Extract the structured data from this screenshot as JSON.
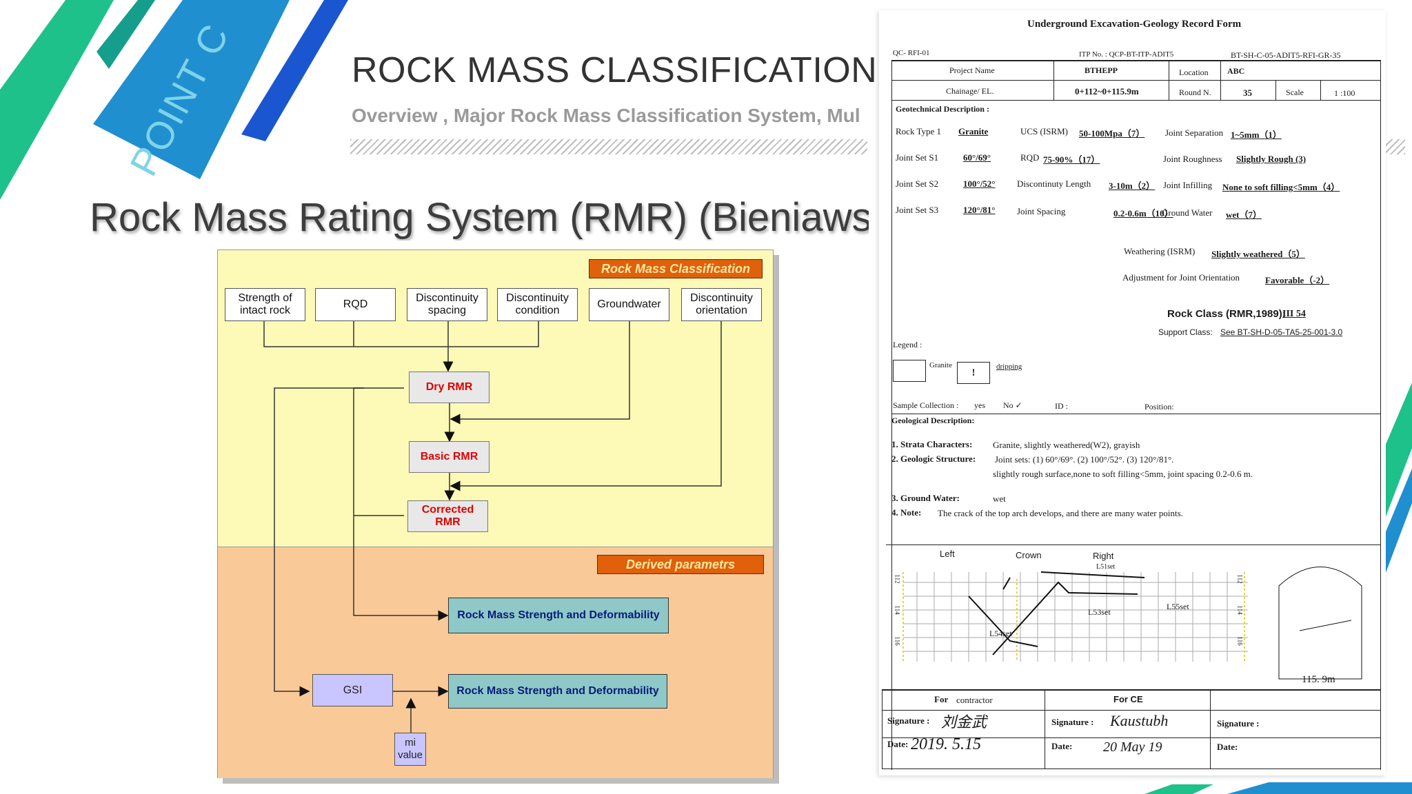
{
  "slide": {
    "title": "ROCK MASS CLASSIFICATION",
    "subtitle": "Overview , Major Rock Mass Classification System, Mul",
    "point_label": "POINT C",
    "heading": "Rock Mass Rating System (RMR) (Bieniaws",
    "colors": {
      "accent_green": "#1fc18a",
      "accent_blue": "#1f8fd0",
      "accent_dark_blue": "#1a56d0",
      "teal": "#169e8c"
    }
  },
  "flowchart": {
    "section_top": "Rock Mass Classification",
    "section_bottom": "Derived parametrs",
    "inputs": [
      {
        "l1": "Strength of",
        "l2": "intact rock"
      },
      {
        "l1": "RQD",
        "l2": ""
      },
      {
        "l1": "Discontinuity",
        "l2": "spacing"
      },
      {
        "l1": "Discontinuity",
        "l2": "condition"
      },
      {
        "l1": "Groundwater",
        "l2": ""
      },
      {
        "l1": "Discontinuity",
        "l2": "orientation"
      }
    ],
    "dry": "Dry RMR",
    "basic": "Basic RMR",
    "corrected_l1": "Corrected",
    "corrected_l2": "RMR",
    "derived_1": "Rock Mass Strength  and Deformability",
    "derived_2": "Rock Mass Strength  and Deformability",
    "gsi": "GSI",
    "mi_l1": "mi",
    "mi_l2": "value"
  },
  "form": {
    "title": "Underground Excavation-Geology Record Form",
    "code_left": "QC- RFI-01",
    "itp": "ITP No. : QCP-BT-ITP-ADIT5",
    "ref": "BT-SH-C-05-ADIT5-RFI-GR-35",
    "project_name_label": "Project Name",
    "project_name": "BTHEPP",
    "location_label": "Location",
    "location": "ABC",
    "chainage_label": "Chainage/ EL.",
    "chainage": "0+112~0+115.9m",
    "round_label": "Round N.",
    "round": "35",
    "scale_label": "Scale",
    "scale": "1 :100",
    "geo_desc_label": "Geotechnical Description :",
    "rock_type_label": "Rock Type 1",
    "rock_type": "Granite",
    "ucs_label": "UCS (ISRM)",
    "ucs": "50-100Mpa（7）",
    "joint_sep_label": "Joint Separation",
    "joint_sep": "1~5mm（1）",
    "js1_label": "Joint Set S1",
    "js1": "60°/69°",
    "rqd_label": "RQD",
    "rqd": "75-90%（17）",
    "roughness_label": "Joint Roughness",
    "roughness": "Slightly Rough (3)",
    "js2_label": "Joint Set S2",
    "js2": "100°/52°",
    "disc_len_label": "Discontinuty Length",
    "disc_len": "3-10m（2）",
    "infill_label": "Joint Infilling",
    "infill": "None to soft filling<5mm（4）",
    "js3_label": "Joint Set S3",
    "js3": "120°/81°",
    "spacing_label": "Joint Spacing",
    "spacing": "0.2-0.6m（10）",
    "gw_label": "Ground Water",
    "gw": "wet（7）",
    "weathering_label": "Weathering (ISRM)",
    "weathering": "Slightly  weathered（5）",
    "adjust_label": "Adjustment for Joint Orientation",
    "adjust": "Favorable（-2）",
    "rock_class_label": "Rock Class (RMR,1989):",
    "rock_class": "III  54",
    "support_label": "Support Class:",
    "support": "See BT-SH-D-05-TA5-25-001-3.0",
    "legend_label": "Legend :",
    "legend_granite": "Granite",
    "legend_mark": "!",
    "legend_drip": "dripping",
    "sample_label": "Sample  Collection :",
    "sample_yes": "yes",
    "sample_no": "No ✓",
    "id_label": "ID :",
    "position_label": "Position:",
    "geol_desc_label": "Geological Description:",
    "strata_label": "1. Strata Characters:",
    "strata": "Granite,  slightly weathered(W2), grayish",
    "structure_label": "2. Geologic Structure:",
    "structure_1": "Joint  sets: (1) 60°/69°. (2) 100°/52°. (3) 120°/81°.",
    "structure_2": "slightly rough surface,none to soft  filling<5mm, joint spacing 0.2-0.6 m.",
    "water_label": "3. Ground Water:",
    "water": "wet",
    "note_label": "4. Note:",
    "note": "The crack of the top arch develops, and there are many water points.",
    "sketch_left": "Left",
    "sketch_crown": "Crown",
    "sketch_right": "Right",
    "sketch_l53": "L53set",
    "sketch_l54": "L54set",
    "sketch_l55": "L55set",
    "sketch_l51": "L51set",
    "sketch_chain": "115. 9m",
    "axis_112": "112",
    "axis_114": "114",
    "axis_116": "116",
    "for_contractor_a": "For",
    "for_contractor_b": "contractor",
    "for_ce": "For CE",
    "signature_label": "Signature :",
    "date_label": "Date:",
    "sig_contractor": "刘金武",
    "date_contractor": "2019. 5.15",
    "sig_ce": "Kaustubh",
    "date_ce": "20 May 19"
  }
}
